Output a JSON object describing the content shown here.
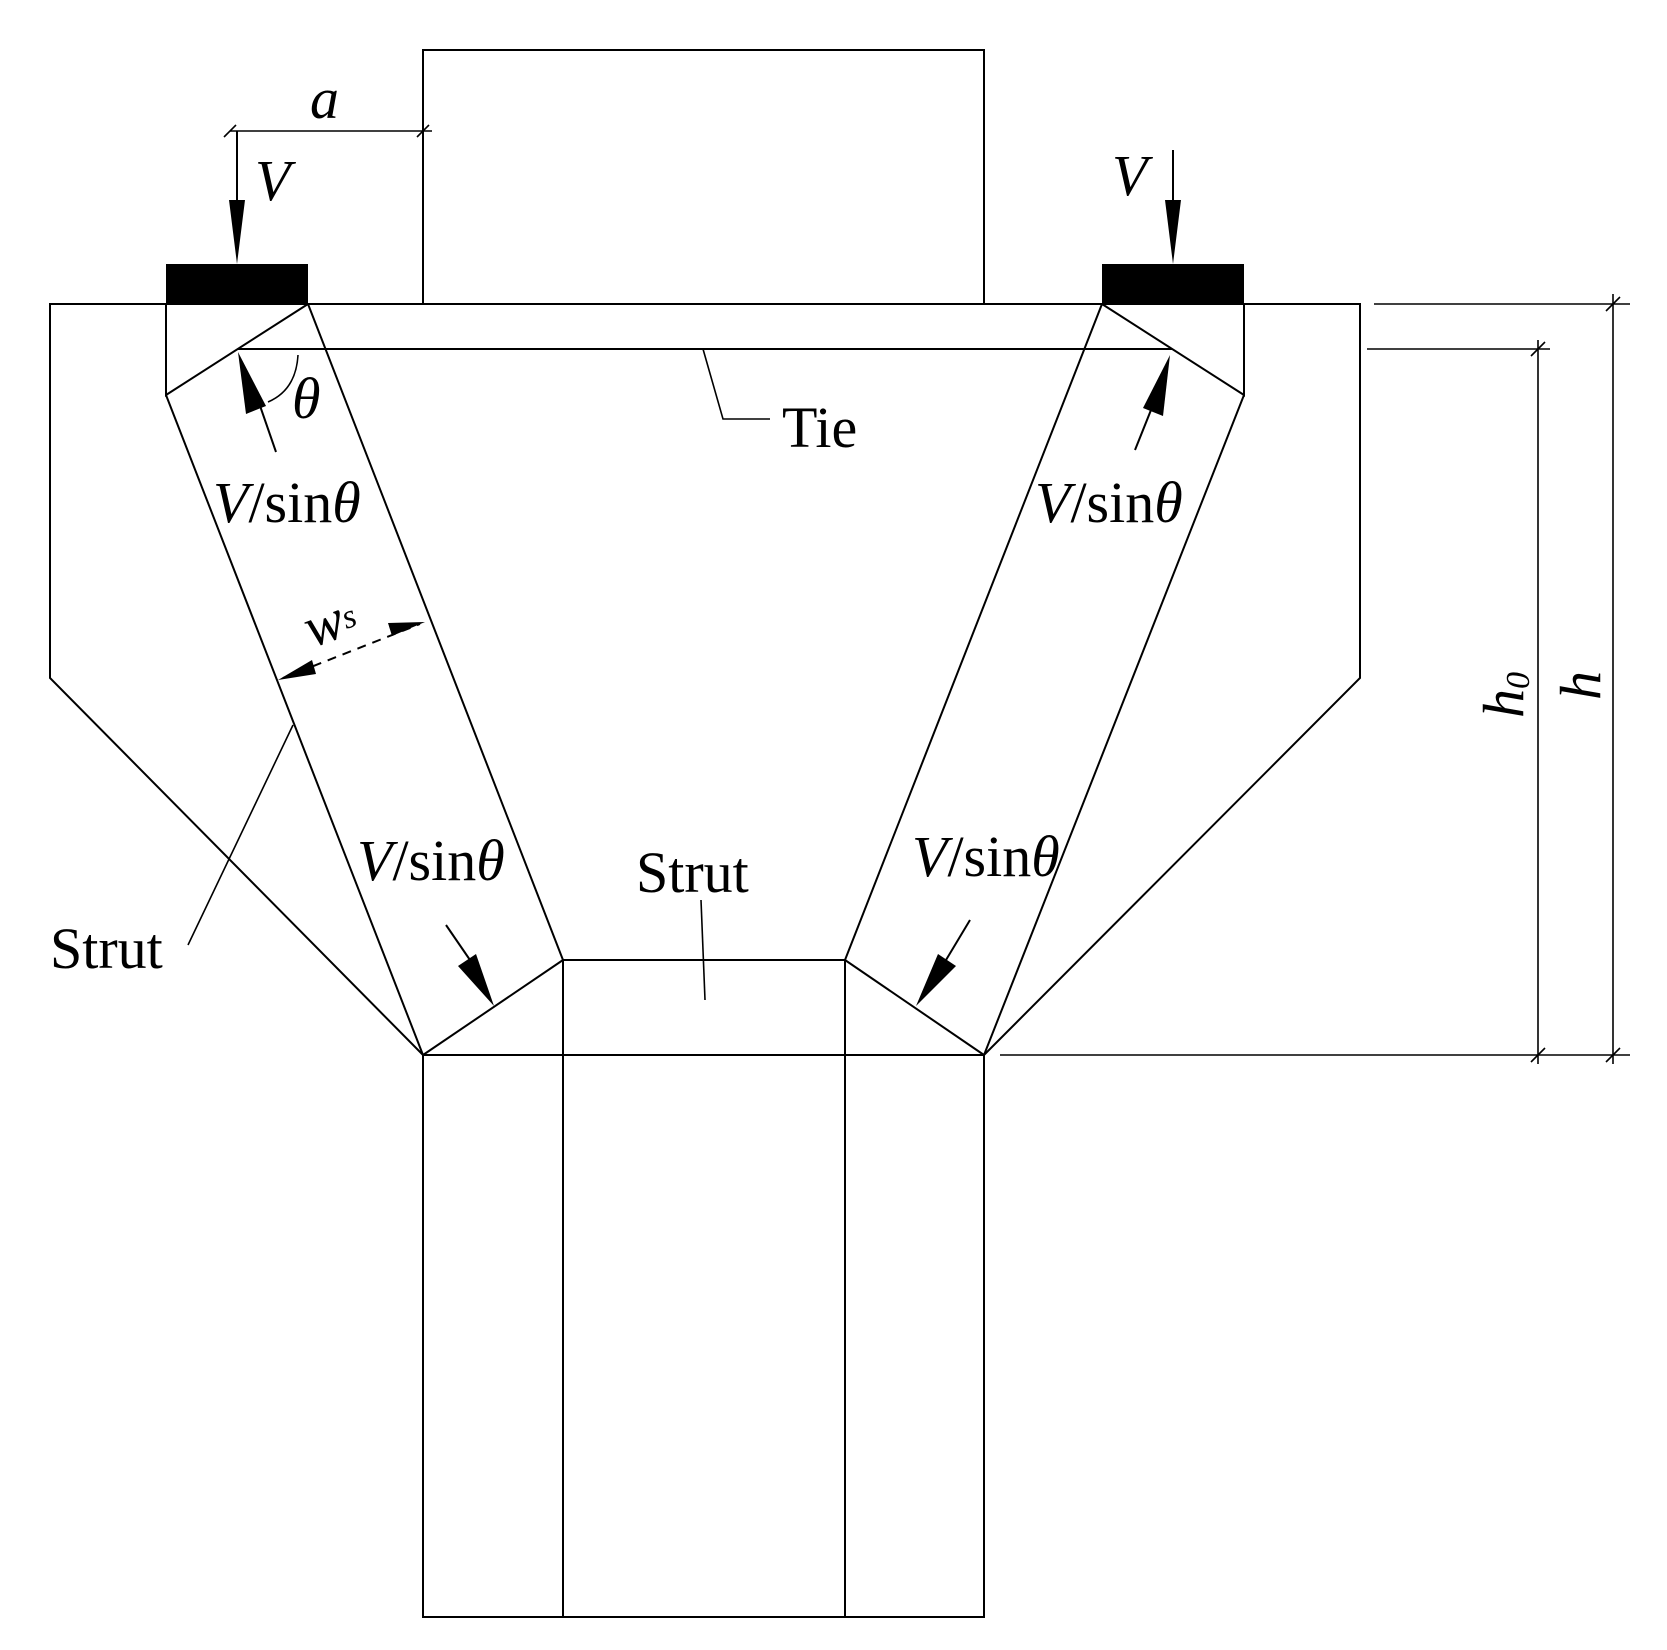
{
  "labels": {
    "dim_a": "a",
    "load_left": "V",
    "load_right": "V",
    "angle": "θ",
    "tie": "Tie",
    "force_top_left": {
      "var": "V",
      "rest": "/sin",
      "angle": "θ"
    },
    "force_top_right": {
      "var": "V",
      "rest": "/sin",
      "angle": "θ"
    },
    "force_bottom_left": {
      "var": "V",
      "rest": "/sin",
      "angle": "θ"
    },
    "force_bottom_right": {
      "var": "V",
      "rest": "/sin",
      "angle": "θ"
    },
    "strut_width": {
      "var": "w",
      "sub": "s"
    },
    "strut_left": "Strut",
    "strut_center": "Strut",
    "dim_h0": {
      "var": "h",
      "sub": "0"
    },
    "dim_h": "h"
  },
  "colors": {
    "line": "#000000",
    "bearing_plate": "#000000",
    "background": "#ffffff"
  }
}
